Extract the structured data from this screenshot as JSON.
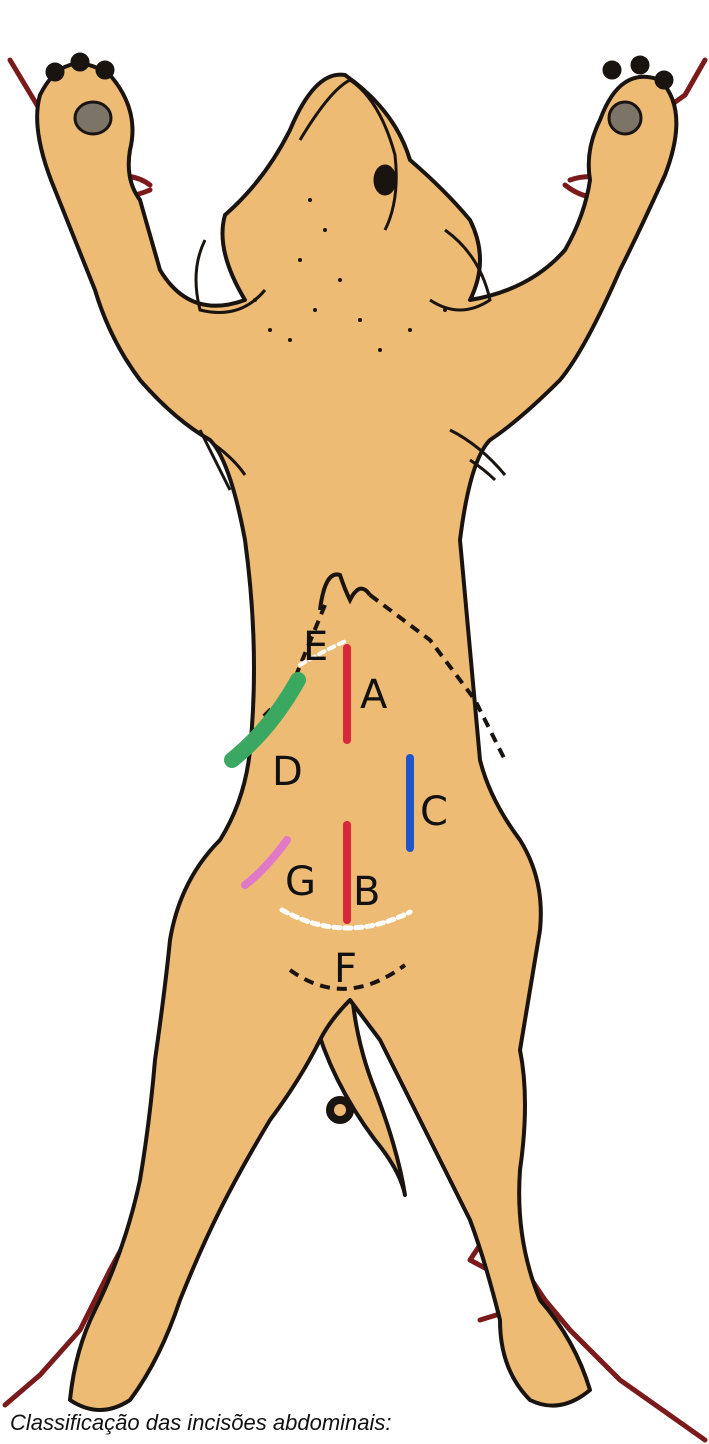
{
  "labels": {
    "A": "A",
    "B": "B",
    "C": "C",
    "D": "D",
    "E": "E",
    "F": "F",
    "G": "G"
  },
  "caption": "Classificação das incisões abdominais:",
  "colors": {
    "body": "#eebb74",
    "outline": "#1a1410",
    "rope": "#7a1a1a",
    "pad": "#7d7468",
    "incision_A": "#d8283a",
    "incision_B": "#d8283a",
    "incision_C": "#1f55c8",
    "incision_D": "#3aa860",
    "incision_G": "#e07ac8",
    "incision_E": "#ffffff",
    "incision_F": "#ffffff"
  }
}
